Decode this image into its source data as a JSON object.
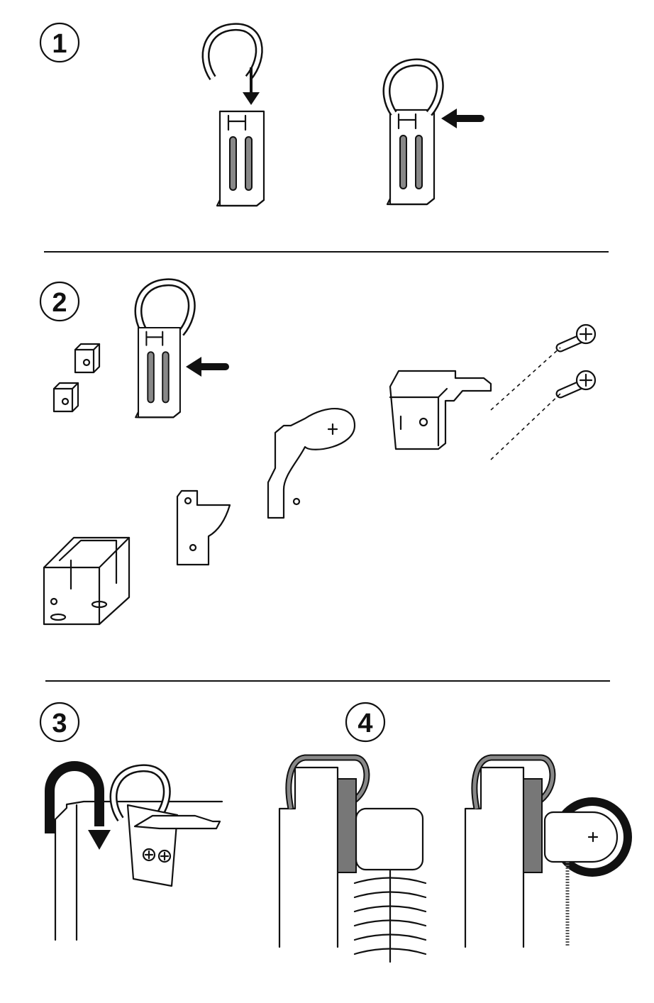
{
  "steps": [
    {
      "label": "1"
    },
    {
      "label": "2"
    },
    {
      "label": "3"
    },
    {
      "label": "4"
    }
  ],
  "colors": {
    "ink": "#111111",
    "gray": "#777777",
    "paper": "#ffffff"
  }
}
